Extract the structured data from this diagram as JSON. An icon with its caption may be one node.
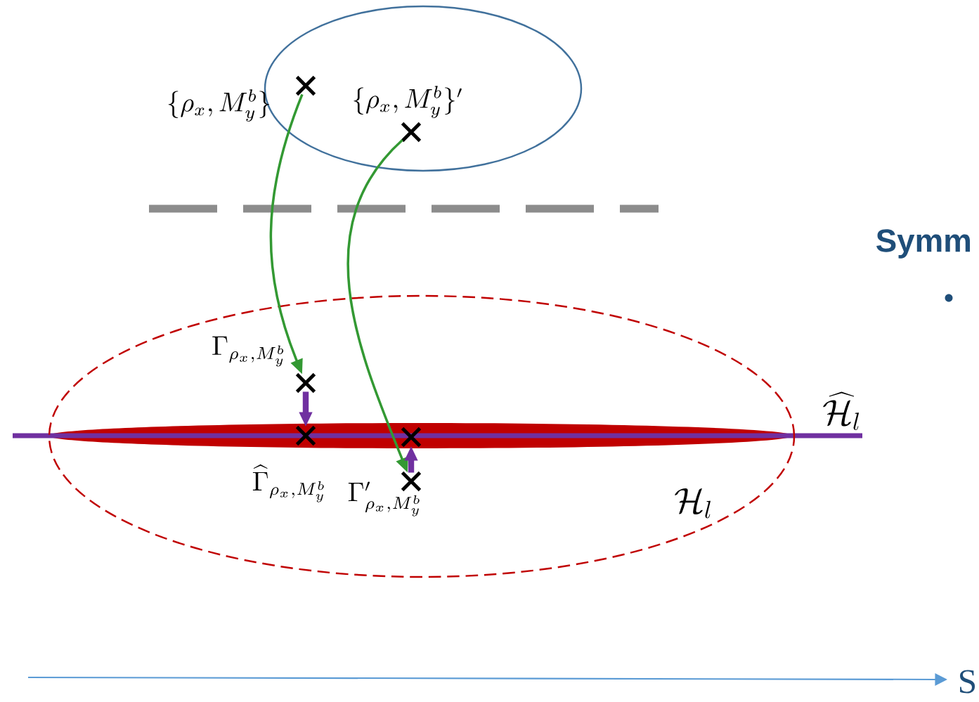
{
  "diagram": {
    "nodes": [
      {
        "text": [],
        "shape": "ellipse"
      },
      {
        "text": [
          "\\{\\rho_x, M_y^b\\}"
        ]
      },
      {
        "text": [
          "\\{\\rho_x, M_y^b\\}'"
        ],
        "in": 0
      },
      {
        "text": [
          "\\mathcal{H}_l"
        ]
      },
      {
        "text": [
          "\\Gamma_{\\rho_x,M_y^b}"
        ],
        "in": 3
      },
      {
        "text": [
          "\\widehat{\\Gamma}_{\\rho_x,M_y^b}"
        ],
        "in": 3
      },
      {
        "text": [],
        "shape": "cross",
        "in": 3
      },
      {
        "text": [
          "\\Gamma'_{\\rho_x,M_y^b}"
        ],
        "in": 3
      }
    ],
    "edges": [
      {
        "from": 1,
        "to": 4,
        "arrow": "to",
        "color": "#339933"
      },
      {
        "from": 2,
        "to": 7,
        "arrow": "to",
        "color": "#339933"
      },
      {
        "from": 4,
        "to": 5,
        "arrow": "to",
        "style": "thick",
        "color": "#7030a0"
      },
      {
        "from": 7,
        "to": 6,
        "arrow": "to",
        "style": "thick",
        "color": "#7030a0"
      }
    ],
    "labels": [
      "\\widehat{\\mathcal{H}}_l",
      "Symm",
      "S"
    ]
  }
}
